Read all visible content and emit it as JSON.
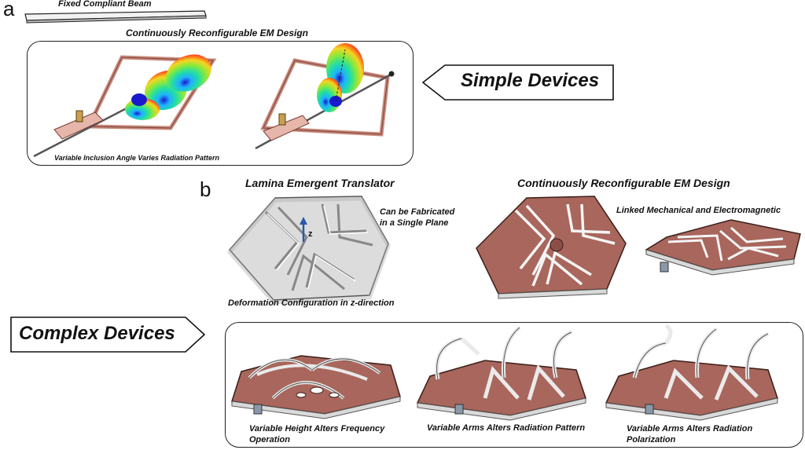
{
  "panel_a": {
    "letter": "a",
    "beam_label": "Fixed Compliant Beam",
    "title": "Continuously Reconfigurable EM Design",
    "caption": "Variable Inclusion Angle Varies Radiation Pattern",
    "arrow_label": "Simple Devices"
  },
  "panel_b": {
    "letter": "b",
    "let_title": "Lamina Emergent Translator",
    "let_note": "Can be Fabricated in a Single Plane",
    "axis_label": "z",
    "let_caption": "Deformation Configuration in z-direction",
    "em_title": "Continuously Reconfigurable EM Design",
    "em_note": "Linked Mechanical and Electromagnetic",
    "arrow_label": "Complex Devices",
    "captions": [
      "Variable Height Alters Frequency Operation",
      "Variable Arms Alters Radiation Pattern",
      "Variable Arms Alters Radiation Polarization"
    ]
  },
  "colors": {
    "copper": "#a8665c",
    "frame": "#c98a7c",
    "silver": "#d9d9d9",
    "outline": "#222222"
  }
}
